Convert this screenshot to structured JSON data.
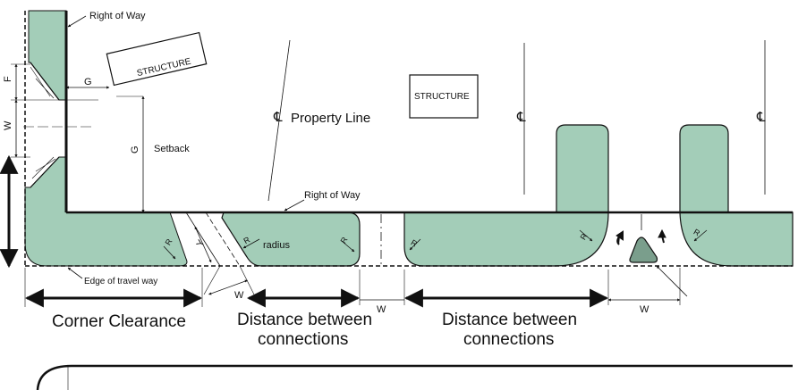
{
  "labels": {
    "right_of_way_top": "Right of Way",
    "structure_tilted": "STRUCTURE",
    "structure_right": "STRUCTURE",
    "property_line": "Property Line",
    "property_line_symbol_1": "℄",
    "property_line_symbol_2": "℄",
    "property_line_symbol_3": "℄",
    "setback": "Setback",
    "right_of_way_mid": "Right of Way",
    "radius": "radius",
    "edge_of_travel_way": "Edge of travel way",
    "dim_f": "F",
    "dim_w_vertical": "W",
    "dim_g_horizontal": "G",
    "dim_g_vertical": "G",
    "dim_y": "Y",
    "dim_w_angled": "W",
    "dim_w_gap": "W",
    "dim_w_right": "W",
    "r_label_1": "R",
    "r_label_2": "R",
    "r_label_3": "R",
    "r_label_4": "R",
    "r_label_5": "R",
    "r_label_6": "R",
    "corner_clearance": "Corner Clearance",
    "distance_between_1_line1": "Distance between",
    "distance_between_1_line2": "connections",
    "distance_between_2_line1": "Distance between",
    "distance_between_2_line2": "connections"
  },
  "colors": {
    "fill": "#a3cdb8",
    "island": "#7a9e8c",
    "line": "#111111"
  }
}
